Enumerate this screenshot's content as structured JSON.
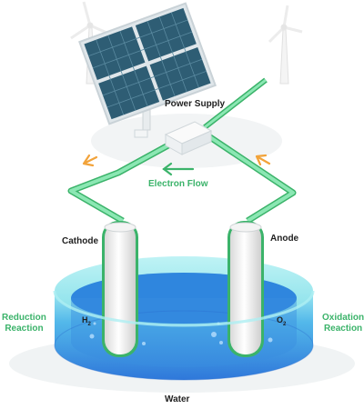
{
  "labels": {
    "power_supply": "Power Supply",
    "electron_flow": "Electron Flow",
    "cathode": "Cathode",
    "anode": "Anode",
    "reduction_line1": "Reduction",
    "reduction_line2": "Reaction",
    "oxidation_line1": "Oxidation",
    "oxidation_line2": "Reaction",
    "h2_symbol": "H",
    "h2_sub": "2",
    "o2_symbol": "O",
    "o2_sub": "2",
    "water": "Water"
  },
  "colors": {
    "wire": "#7ee0a8",
    "wire_edge": "#3bb36a",
    "label_green": "#3bb36a",
    "arrow_orange": "#f2a33a",
    "water_top": "#8ee6ee",
    "water_deep": "#2f80de",
    "panel": "#2e5d74"
  },
  "icons": [
    "wind-turbine-icon",
    "solar-panel-icon",
    "power-supply-box-icon",
    "arrow-left-icon",
    "electrode-icon"
  ]
}
